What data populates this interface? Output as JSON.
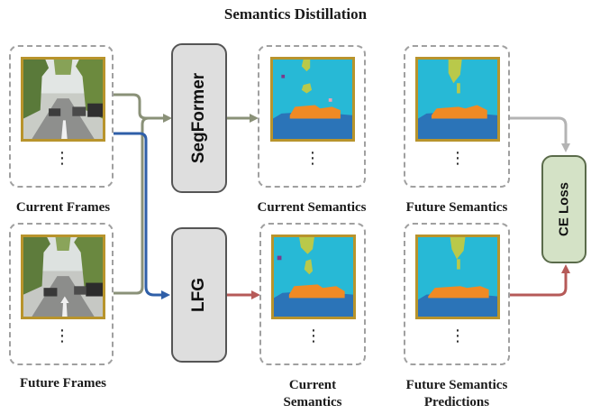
{
  "title": "Semantics Distillation",
  "modules": {
    "segformer": "SegFormer",
    "lfg": "LFG",
    "ce_loss": "CE Loss"
  },
  "labels": {
    "current_frames": "Current Frames",
    "future_frames": "Future Frames",
    "current_semantics_top": "Current Semantics",
    "current_semantics_bottom_line1": "Current",
    "current_semantics_bottom_line2": "Semantics",
    "future_semantics": "Future Semantics",
    "future_predictions_line1": "Future Semantics",
    "future_predictions_line2": "Predictions"
  },
  "ellipsis": "⋮",
  "colors": {
    "arrow_olive": "#8a9178",
    "arrow_blue": "#2f5fa8",
    "arrow_red": "#b65a58",
    "arrow_gray": "#b4b4b4",
    "frame_border": "#b8942c",
    "seg_sky": "#27b9d6",
    "seg_road": "#2b74b8",
    "seg_car": "#f08a24",
    "seg_tree": "#b9c94a"
  }
}
